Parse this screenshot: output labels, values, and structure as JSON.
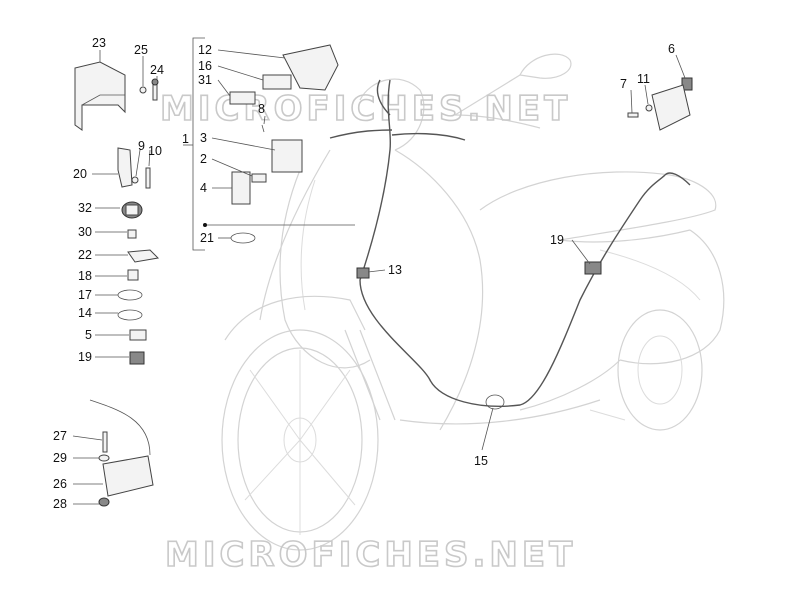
{
  "watermark": {
    "text": "MICROFICHES.NET"
  },
  "callouts": {
    "n1": "1",
    "n2": "2",
    "n3": "3",
    "n4": "4",
    "n5": "5",
    "n6": "6",
    "n7": "7",
    "n8": "8",
    "n9": "9",
    "n10": "10",
    "n11": "11",
    "n12": "12",
    "n13": "13",
    "n14": "14",
    "n15": "15",
    "n16": "16",
    "n17": "17",
    "n18": "18",
    "n19a": "19",
    "n19b": "19",
    "n20": "20",
    "n21": "21",
    "n22": "22",
    "n23": "23",
    "n24": "24",
    "n25": "25",
    "n26": "26",
    "n27": "27",
    "n28": "28",
    "n29": "29",
    "n30": "30",
    "n31": "31",
    "n32": "32"
  }
}
